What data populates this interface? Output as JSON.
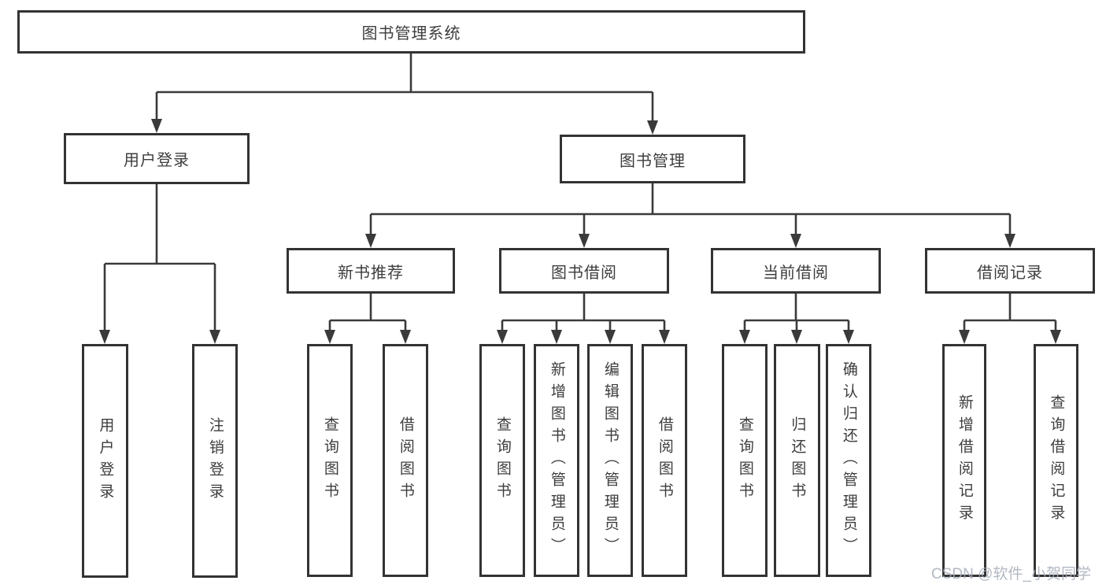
{
  "tree": {
    "label": "图书管理系统",
    "children": [
      {
        "label": "用户登录",
        "children": [
          {
            "label": "用户登录"
          },
          {
            "label": "注销登录"
          }
        ]
      },
      {
        "label": "图书管理",
        "children": [
          {
            "label": "新书推荐",
            "children": [
              {
                "label": "查询图书"
              },
              {
                "label": "借阅图书"
              }
            ]
          },
          {
            "label": "图书借阅",
            "children": [
              {
                "label": "查询图书"
              },
              {
                "label": "新增图书（管理员）"
              },
              {
                "label": "编辑图书（管理员）"
              },
              {
                "label": "借阅图书"
              }
            ]
          },
          {
            "label": "当前借阅",
            "children": [
              {
                "label": "查询图书"
              },
              {
                "label": "归还图书"
              },
              {
                "label": "确认归还（管理员）"
              }
            ]
          },
          {
            "label": "借阅记录",
            "children": [
              {
                "label": "新增借阅记录"
              },
              {
                "label": "查询借阅记录"
              }
            ]
          }
        ]
      }
    ]
  },
  "watermark": "CSDN @软件_小贺同学",
  "colors": {
    "line": "#3a3a3a",
    "box_border": "#333333",
    "text": "#3d3d3d",
    "background": "#ffffff",
    "watermark": "#a5acb8"
  }
}
